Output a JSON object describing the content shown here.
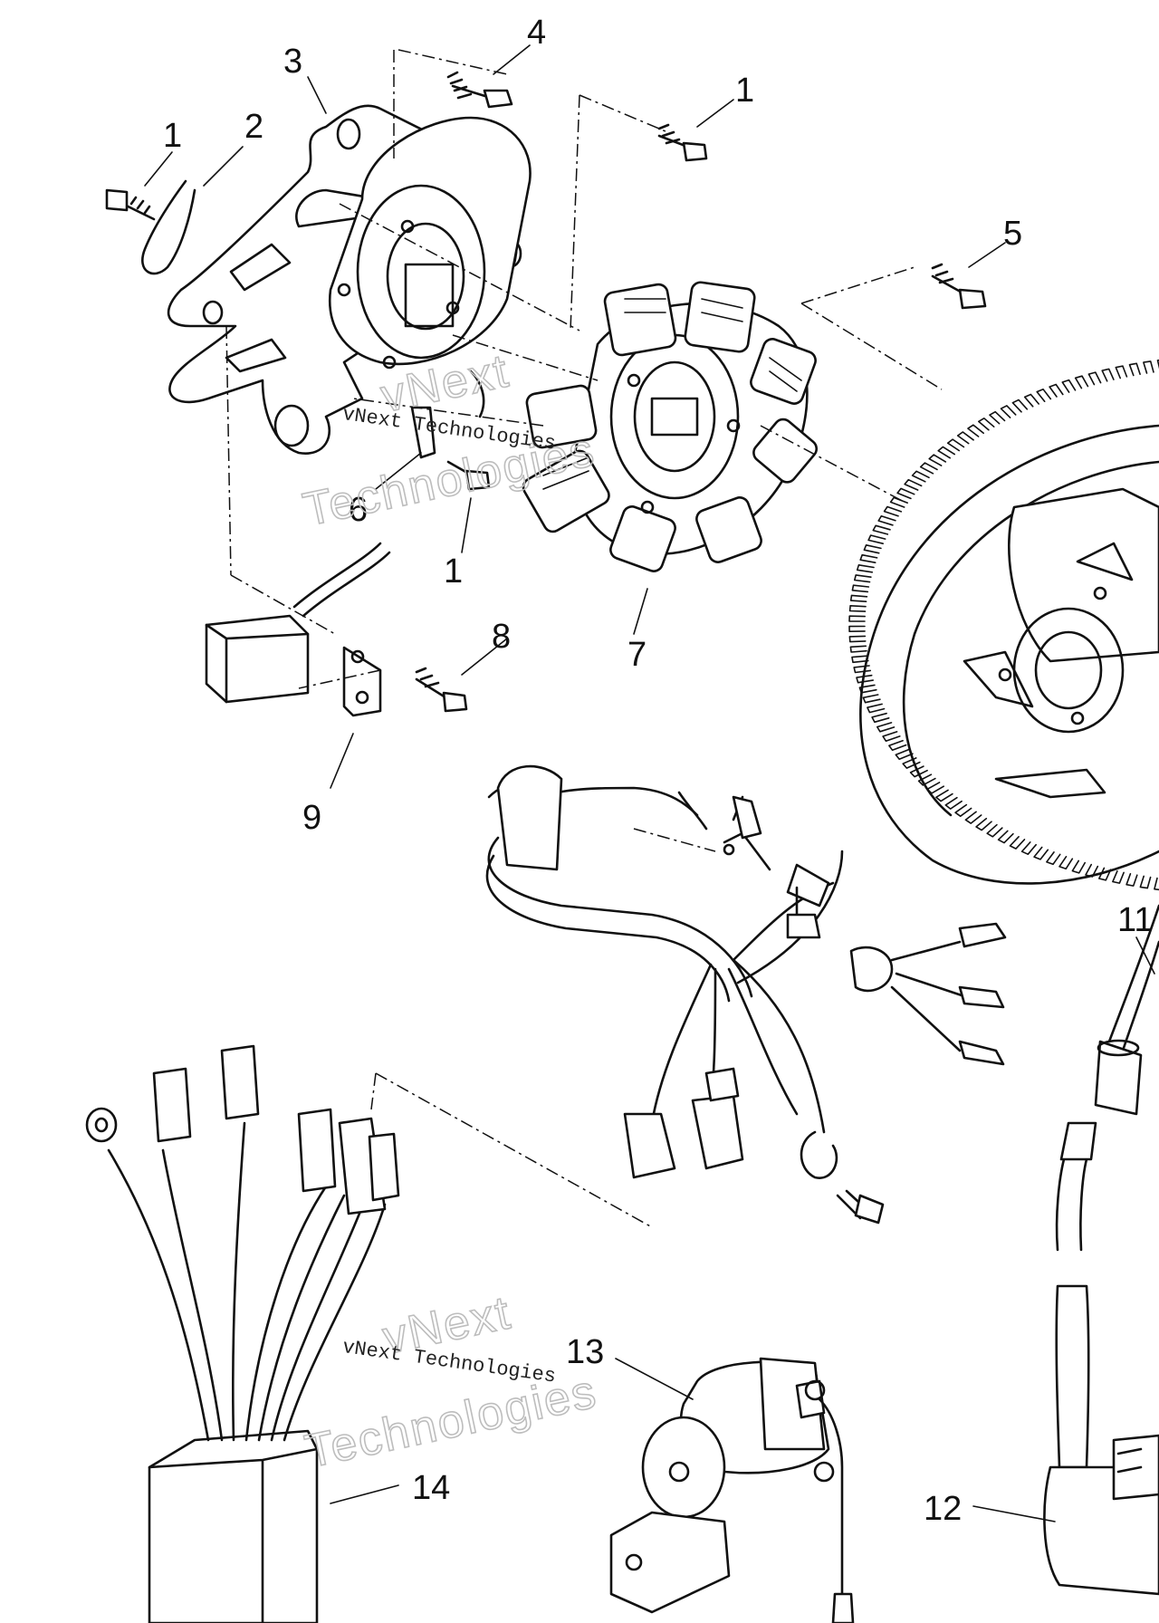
{
  "callouts": [
    {
      "id": "c1a",
      "label": "1"
    },
    {
      "id": "c2",
      "label": "2"
    },
    {
      "id": "c3",
      "label": "3"
    },
    {
      "id": "c4",
      "label": "4"
    },
    {
      "id": "c1b",
      "label": "1"
    },
    {
      "id": "c5",
      "label": "5"
    },
    {
      "id": "c6",
      "label": "6"
    },
    {
      "id": "c1c",
      "label": "1"
    },
    {
      "id": "c7",
      "label": "7"
    },
    {
      "id": "c8",
      "label": "8"
    },
    {
      "id": "c9",
      "label": "9"
    },
    {
      "id": "c11",
      "label": "11"
    },
    {
      "id": "c12",
      "label": "12"
    },
    {
      "id": "c13",
      "label": "13"
    },
    {
      "id": "c14",
      "label": "14"
    }
  ],
  "watermarks": [
    {
      "line1": "vNext",
      "line2": "Technologies",
      "caption": "vNext Technologies"
    },
    {
      "line1": "vNext",
      "line2": "Technologies",
      "caption": "vNext Technologies"
    }
  ]
}
